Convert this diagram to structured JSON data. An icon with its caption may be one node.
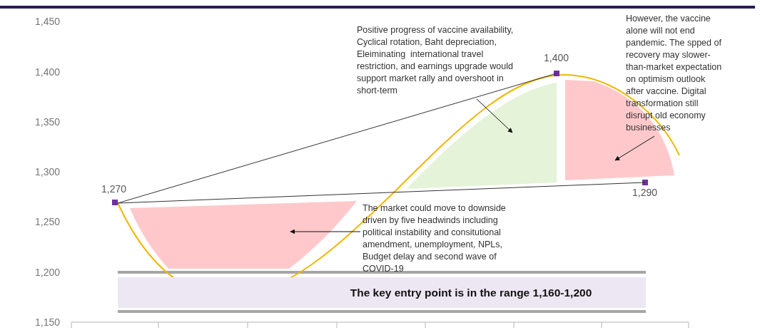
{
  "diagram": {
    "nodes": [
      {
        "text": [],
        "shape": "box",
        "beside": [
          "1,270"
        ]
      },
      {
        "text": [],
        "shape": "box",
        "beside": [
          "1,400"
        ]
      },
      {
        "text": [],
        "shape": "box",
        "beside": [
          "1,290"
        ]
      },
      {
        "text": [
          "Positive progress of vaccine availability, Cyclical rotation, Baht depreciation, Eleiminating  international travel restriction, and earnings upgrade would support market rally and overshoot in short-term"
        ]
      },
      {
        "text": [
          "However, the vaccine alone will not end pandemic. The spped of recovery may slower-than-market expectation on optimism outlook after vaccine. Digital transformation still disrupt old economy businesses"
        ]
      },
      {
        "text": [
          "The market could move to downside driven by five headwinds including political instability and consitutional amendment, unemployment, NPLs, Budget delay and second wave of COVID-19"
        ]
      },
      {
        "text": [],
        "shape": "area"
      },
      {
        "text": [],
        "shape": "area"
      },
      {
        "text": [],
        "shape": "area"
      },
      {
        "text": [
          "The key entry point is in the range 1,160-1,200"
        ]
      }
    ],
    "edges": [
      {
        "from": 0,
        "to": 1,
        "arrow": "none"
      },
      {
        "from": 0,
        "to": 2,
        "arrow": "none"
      },
      {
        "from": 3,
        "to": 7,
        "arrow": "to"
      },
      {
        "from": 4,
        "to": 8,
        "arrow": "to"
      },
      {
        "from": 5,
        "to": 6,
        "arrow": "to"
      }
    ],
    "labels": [
      "1,450",
      "1,400",
      "1,350",
      "1,300",
      "1,250",
      "1,200",
      "1,150"
    ]
  }
}
